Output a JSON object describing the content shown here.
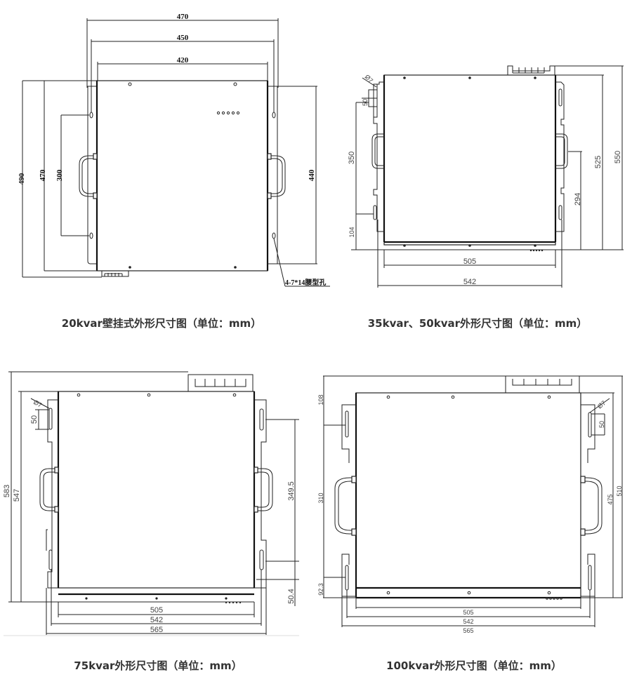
{
  "figures": [
    {
      "id": "20kvar",
      "caption": "20kvar壁挂式外形尺寸图（单位：mm）",
      "dimensions": {
        "width_outer": "470",
        "width_mid": "450",
        "width_body": "420",
        "height_total": "490",
        "height_mount": "470",
        "hole_spacing": "300",
        "height_right": "440"
      },
      "annotation": "4-7*14腰型孔"
    },
    {
      "id": "35-50kvar",
      "caption": "35kvar、50kvar外形尺寸图（单位：mm）",
      "dimensions": {
        "hole_diameter": "Ø7",
        "slot_length": "50",
        "slot_spacing": "350",
        "bottom_offset": "104",
        "height_525": "525",
        "height_550": "550",
        "height_294": "294",
        "width_body": "505",
        "width_outer": "542"
      }
    },
    {
      "id": "75kvar",
      "caption": "75kvar外形尺寸图（单位：mm）",
      "dimensions": {
        "hole_diameter": "Ø7",
        "slot_length": "50",
        "height_total": "583",
        "height_body": "547",
        "slot_spacing": "349.5",
        "bottom_offset": "50.4",
        "width_body": "505",
        "width_mid": "542",
        "width_outer": "565"
      }
    },
    {
      "id": "100kvar",
      "caption": "100kvar外形尺寸图（单位：mm）",
      "dimensions": {
        "top_offset": "108",
        "slot_spacing": "310",
        "bottom_offset": "92.3",
        "hole_diameter": "Ø7",
        "slot_length": "50",
        "height_body": "475",
        "height_total": "510",
        "width_body": "505",
        "width_mid": "542",
        "width_outer": "565"
      }
    }
  ]
}
